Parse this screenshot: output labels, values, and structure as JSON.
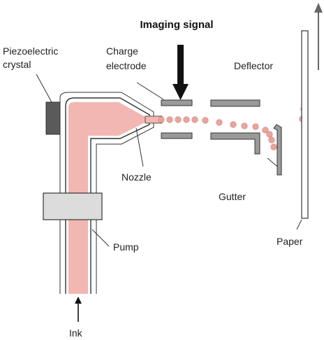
{
  "diagram": {
    "title": "Imaging signal",
    "labels": {
      "crystal": [
        "Piezoelectric",
        "crystal"
      ],
      "electrode": [
        "Charge",
        "electrode"
      ],
      "deflector": "Deflector",
      "nozzle": "Nozzle",
      "gutter": "Gutter",
      "pump": "Pump",
      "paper": "Paper",
      "ink": "Ink"
    },
    "colors": {
      "ink": "#f2b7b2",
      "droplet": "#eaa39d",
      "plate": "#9a9a9a",
      "crystal": "#5a5a5a",
      "pump": "#dcdcdc",
      "outline": "#333333"
    }
  }
}
